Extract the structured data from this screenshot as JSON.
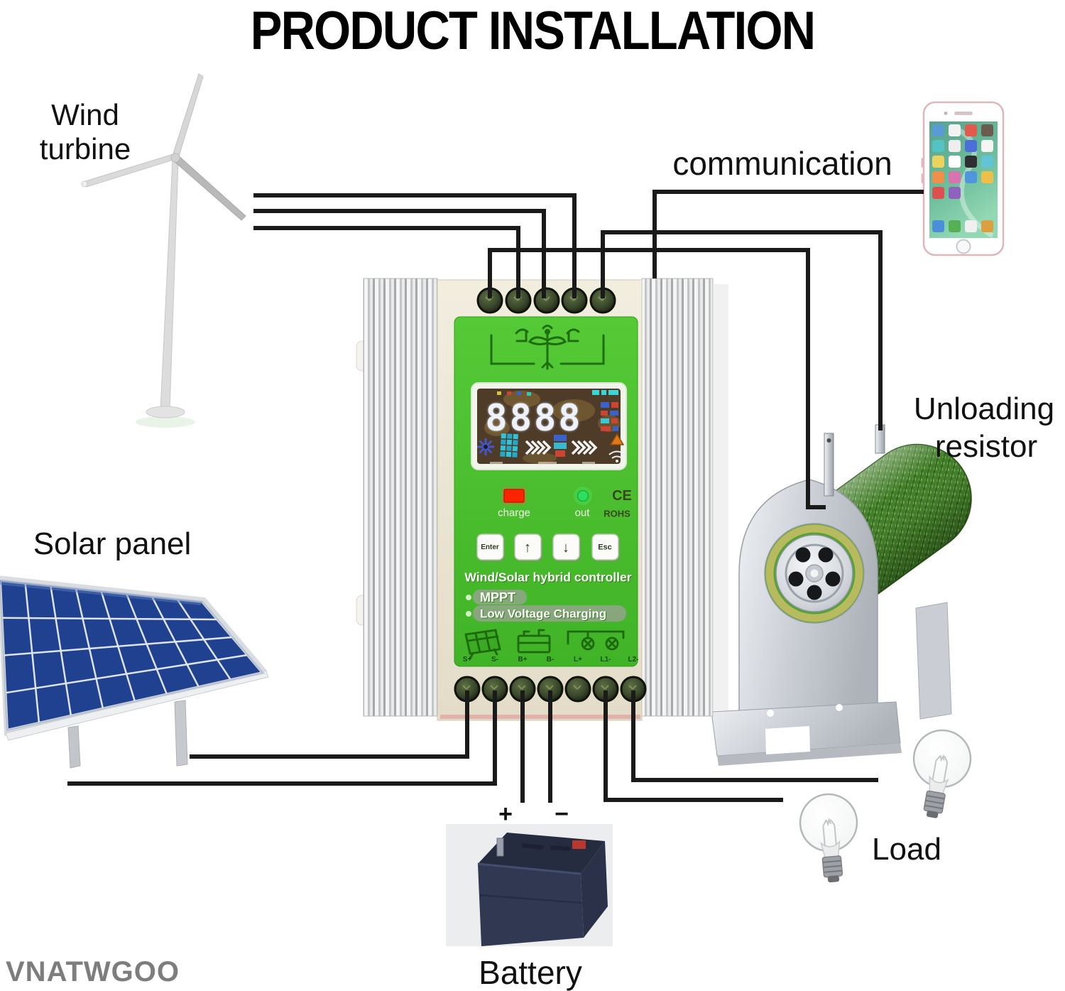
{
  "title": "PRODUCT INSTALLATION",
  "watermark": "VNATWGOO",
  "labels": {
    "wind_turbine": [
      "Wind",
      "turbine"
    ],
    "solar_panel": "Solar panel",
    "communication": "communication",
    "unloading_resistor": [
      "Unloading",
      "resistor"
    ],
    "load": "Load",
    "battery": "Battery",
    "battery_plus": "+",
    "battery_minus": "−"
  },
  "controller": {
    "lcd_value": "8888",
    "indicators": {
      "charge": "charge",
      "out": "out",
      "ce": "CE",
      "rohs": "ROHS"
    },
    "buttons": [
      {
        "label": "Enter"
      },
      {
        "label": "↑"
      },
      {
        "label": "↓"
      },
      {
        "label": "Esc"
      }
    ],
    "product_line": "Wind/Solar hybrid controller",
    "features": [
      {
        "label": "MPPT"
      },
      {
        "label": "Low Voltage Charging"
      }
    ],
    "terminal_labels": [
      {
        "label": "S+"
      },
      {
        "label": "S-"
      },
      {
        "label": "B+"
      },
      {
        "label": "B-"
      },
      {
        "label": "L+"
      },
      {
        "label": "L1-"
      },
      {
        "label": "L2-"
      }
    ]
  },
  "colors": {
    "panel_green": "#4cc52c",
    "wire_black": "#1a1a1a",
    "led_charge_red": "#ff2400",
    "led_out_green": "#2ede5e",
    "resistor_green": "#417d28",
    "battery_navy": "#2e3650"
  }
}
